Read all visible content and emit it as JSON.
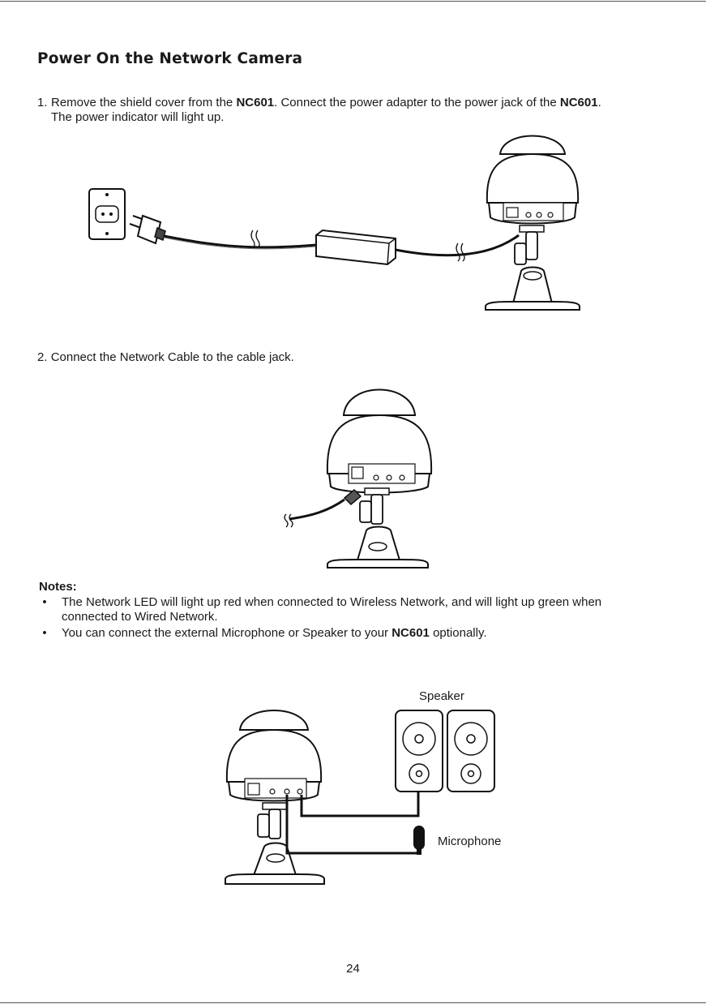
{
  "title": "Power On the Network Camera",
  "step1": {
    "number": "1.",
    "text_a": "Remove the shield cover from the ",
    "model_a": "NC601",
    "text_b": ". Connect the power adapter to the power jack of the ",
    "model_b": "NC601",
    "text_c": ".",
    "line2": "The power indicator will light up."
  },
  "step2": {
    "number": "2.",
    "text": "Connect the Network Cable to the cable jack."
  },
  "notes": {
    "title": "Notes:",
    "bullet_glyph": "•",
    "item1_line1": "The Network LED will light up red when connected to Wireless Network, and will light up green when",
    "item1_line2": "connected to Wired Network.",
    "item2_text_a": "You can connect the external Microphone or Speaker to your ",
    "item2_model": "NC601",
    "item2_text_b": " optionally."
  },
  "figure3": {
    "speaker_label": "Speaker",
    "microphone_label": "Microphone"
  },
  "page_number": "24"
}
